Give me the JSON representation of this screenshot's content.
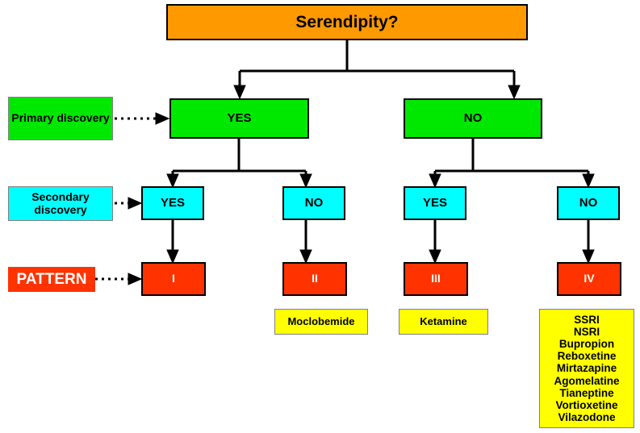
{
  "diagram": {
    "title_box": {
      "label": "Serendipity?",
      "color": "#ff9900"
    },
    "row_labels": [
      {
        "label": "Primary discovery",
        "color": "#00e800",
        "name": "primary-discovery-label"
      },
      {
        "label": "Secondary discovery",
        "color": "#00ffff",
        "name": "secondary-discovery-label"
      },
      {
        "label": "PATTERN",
        "color": "#ff3300",
        "name": "pattern-label"
      }
    ],
    "level1": [
      {
        "label": "YES",
        "color": "#00e800"
      },
      {
        "label": "NO",
        "color": "#00e800"
      }
    ],
    "level2": [
      {
        "label": "YES",
        "color": "#00ffff"
      },
      {
        "label": "NO",
        "color": "#00ffff"
      },
      {
        "label": "YES",
        "color": "#00ffff"
      },
      {
        "label": "NO",
        "color": "#00ffff"
      }
    ],
    "patterns": [
      {
        "label": "I",
        "color": "#ff3300"
      },
      {
        "label": "II",
        "color": "#ff3300"
      },
      {
        "label": "III",
        "color": "#ff3300"
      },
      {
        "label": "IV",
        "color": "#ff3300"
      }
    ],
    "drug_boxes": [
      {
        "label": "Moclobemide",
        "color": "#ffff00"
      },
      {
        "label": "Ketamine",
        "color": "#ffff00"
      }
    ],
    "drug_list": {
      "color": "#ffff00",
      "items": [
        "SSRI",
        "NSRI",
        "Bupropion",
        "Reboxetine",
        "Mirtazapine",
        "Agomelatine",
        "Tianeptine",
        "Vortioxetine",
        "Vilazodone"
      ]
    }
  }
}
